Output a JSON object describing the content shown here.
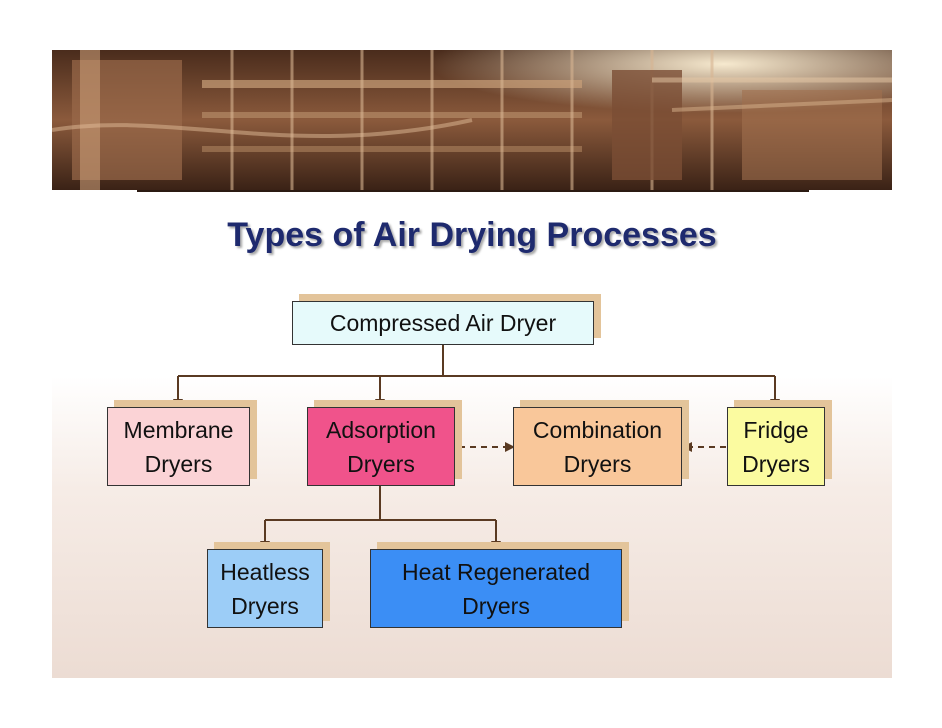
{
  "title": "Types of Air Drying Processes",
  "colors": {
    "connector": "#5a3a22",
    "shadow": "#e3c49a",
    "title": "#1e2a6e"
  },
  "nodes": {
    "root": {
      "label": "Compressed Air Dryer",
      "fill": "#e6fafb"
    },
    "membrane": {
      "label": "Membrane\nDryers",
      "fill": "#fbd3d6"
    },
    "adsorption": {
      "label": "Adsorption\nDryers",
      "fill": "#f0538b"
    },
    "combination": {
      "label": "Combination\nDryers",
      "fill": "#f9c79a"
    },
    "fridge": {
      "label": "Fridge\nDryers",
      "fill": "#fbfba0"
    },
    "heatless": {
      "label": "Heatless\nDryers",
      "fill": "#9ccdf7"
    },
    "heat_regenerated": {
      "label": "Heat Regenerated\nDryers",
      "fill": "#3b8ef5"
    }
  },
  "edges": [
    {
      "from": "root",
      "to": "membrane",
      "style": "solid"
    },
    {
      "from": "root",
      "to": "adsorption",
      "style": "solid"
    },
    {
      "from": "root",
      "to": "fridge",
      "style": "solid"
    },
    {
      "from": "adsorption",
      "to": "combination",
      "style": "dashed"
    },
    {
      "from": "fridge",
      "to": "combination",
      "style": "dashed"
    },
    {
      "from": "adsorption",
      "to": "heatless",
      "style": "solid"
    },
    {
      "from": "adsorption",
      "to": "heat_regenerated",
      "style": "solid"
    }
  ]
}
